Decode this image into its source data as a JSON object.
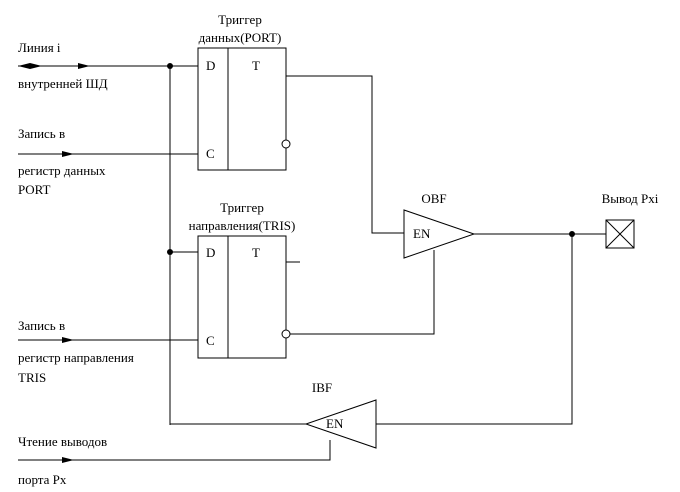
{
  "labels": {
    "line_i_1": "Линия i",
    "line_i_2": "внутренней ШД",
    "write_port_1": "Запись в",
    "write_port_2": "регистр данных",
    "write_port_3": "PORT",
    "write_tris_1": "Запись в",
    "write_tris_2": "регистр направления",
    "write_tris_3": "TRIS",
    "read_1": "Чтение выводов",
    "read_2": "порта Px"
  },
  "trigger_port": {
    "title_1": "Триггер",
    "title_2": "данных(PORT)",
    "d": "D",
    "t": "T",
    "c": "C"
  },
  "trigger_tris": {
    "title_1": "Триггер",
    "title_2": "направления(TRIS)",
    "d": "D",
    "t": "T",
    "c": "C"
  },
  "obf": {
    "label": "OBF",
    "en": "EN"
  },
  "ibf": {
    "label": "IBF",
    "en": "EN"
  },
  "output": {
    "label": "Вывод Pxi"
  }
}
